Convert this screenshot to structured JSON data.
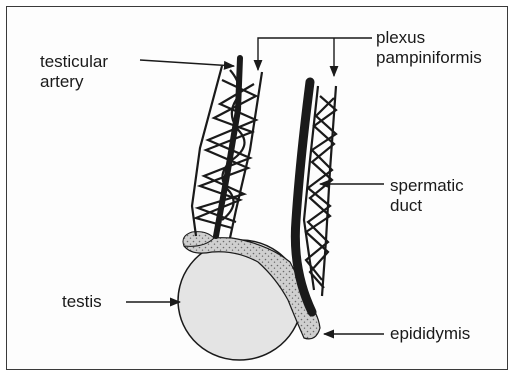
{
  "labels": {
    "testicular_artery_line1": "testicular",
    "testicular_artery_line2": "artery",
    "plexus_line1": "plexus",
    "plexus_line2": "pampiniformis",
    "spermatic_line1": "spermatic",
    "spermatic_line2": "duct",
    "testis": "testis",
    "epididymis": "epididymis"
  },
  "colors": {
    "ink": "#1a1a1a",
    "testis_fill": "#e4e4e4",
    "epididymis_fill": "#c9c9c9",
    "frame": "#3a3a3a"
  }
}
